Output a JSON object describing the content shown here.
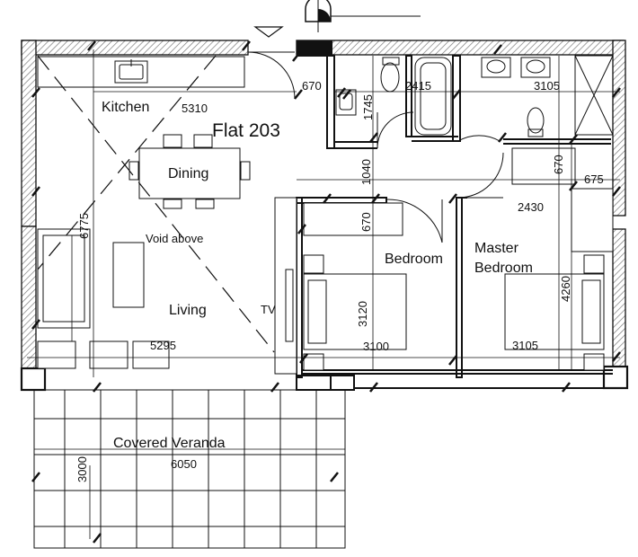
{
  "plan": {
    "title": "Flat 203",
    "rooms": {
      "kitchen": "Kitchen",
      "dining": "Dining",
      "void": "Void above",
      "living": "Living",
      "tv": "TV",
      "bedroom": "Bedroom",
      "master_1": "Master",
      "master_2": "Bedroom",
      "veranda": "Covered Veranda"
    },
    "dimensions": {
      "kitchen_width": "5310",
      "entry_width": "670",
      "hall_length": "1745",
      "bath_width": "2415",
      "ensuite_width": "3105",
      "hall_gap": "1040",
      "living_depth": "6775",
      "bedroom_entry": "670",
      "master_wardrobe": "670",
      "master_door": "675",
      "master_depth": "2430",
      "living_width": "5295",
      "bedroom_depth": "3120",
      "bedroom_width": "3100",
      "master_height": "4260",
      "master_width": "3105",
      "veranda_depth": "3000",
      "veranda_width": "6050"
    },
    "colors": {
      "wall_hatch": "#7a7a7a",
      "line": "#111111",
      "background": "#ffffff"
    }
  }
}
